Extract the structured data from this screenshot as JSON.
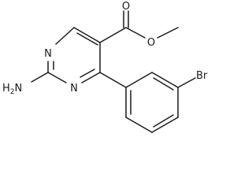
{
  "molecule": {
    "atom_labels": {
      "ring_n_top": "N",
      "ring_n_bottom": "N",
      "amine": "H2N",
      "carbonyl_o": "O",
      "ester_o": "O",
      "bromine": "Br"
    },
    "amine_label": {
      "main": "H",
      "subscript": "2",
      "tail": "N"
    },
    "colors": {
      "bond": "#1a1a1a",
      "text": "#1a1a1a",
      "background": "#ffffff"
    }
  }
}
